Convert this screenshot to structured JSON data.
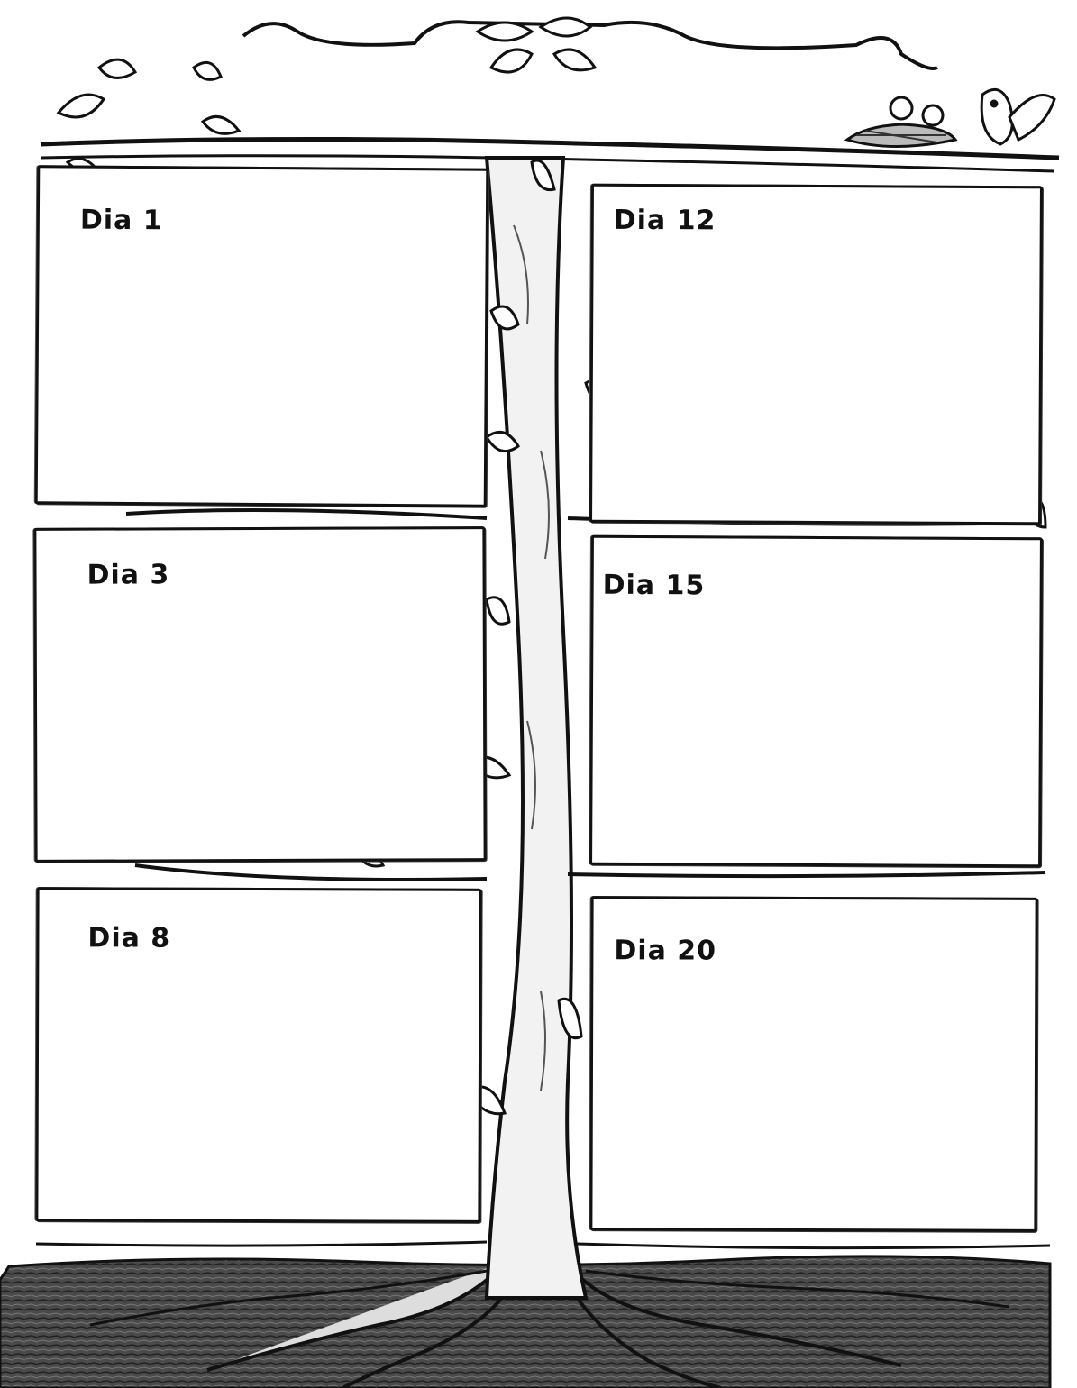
{
  "page": {
    "ink_color": "#111111",
    "paper_color": "#ffffff",
    "ground_color": "#3a3a3a"
  },
  "frames": [
    {
      "label": "Dia 1"
    },
    {
      "label": "Dia 12"
    },
    {
      "label": "Dia 3"
    },
    {
      "label": "Dia 15"
    },
    {
      "label": "Dia 8"
    },
    {
      "label": "Dia 20"
    }
  ],
  "decorations": {
    "tree": "tree-trunk",
    "leaves": "leaf-icon",
    "birds": "bird-icon",
    "nest": "nest-icon",
    "ground": "ground-texture"
  }
}
